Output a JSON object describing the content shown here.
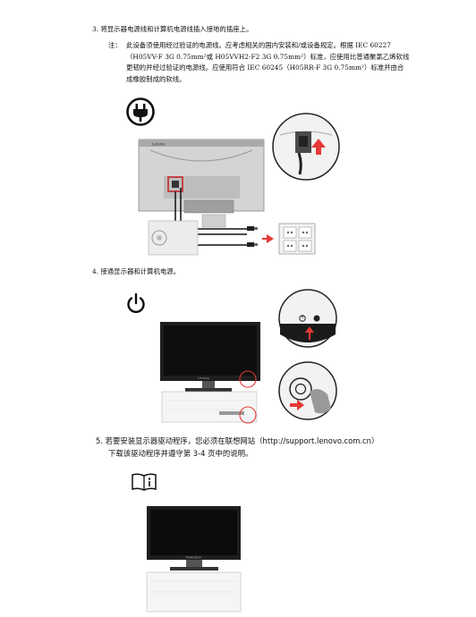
{
  "step3": {
    "title": "3. 将显示器电源线和计算机电源线插入接地的插座上。",
    "note_label": "注：",
    "note_lines": [
      "此设备须使用经过验证的电源线。应考虑相关的国内安装和/或设备规定。根据 IEC 60227",
      "（H05VV-F 3G 0.75mm²或 H05VVH2-F2 3G 0.75mm²）标准，应使用比普通聚氯乙烯软线",
      "更韧的并经过验证的电源线。应使用符合 IEC 60245（H05RR-F 3G 0.75mm²）标准并由合",
      "成橡胶制成的软线。"
    ],
    "monitor_brand": "Lenovo"
  },
  "step4": {
    "title": "4. 接通显示器和计算机电源。",
    "monitor_brand": "Lenovo"
  },
  "step5": {
    "line1": "5. 若要安装显示器驱动程序，您必须在联想网站（http://support.lenovo.com.cn）",
    "line2": "下载该驱动程序并遵守第 3-4 页中的说明。",
    "monitor_brand": "ThinkVision"
  }
}
